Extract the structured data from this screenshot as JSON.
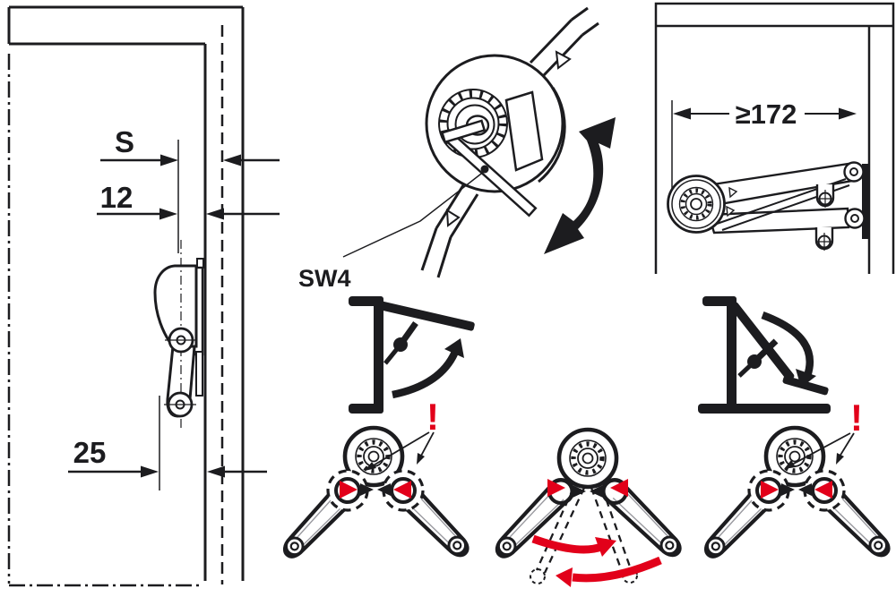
{
  "cabinet_section": {
    "dim_s": "S",
    "dim_12": "12",
    "dim_25": "25"
  },
  "adjustment_detail": {
    "tool_size": "SW4"
  },
  "clearance": {
    "min_distance": "≥172"
  },
  "warnings": {
    "exclamation": "!"
  },
  "colors": {
    "line": "#1c1c1f",
    "warning_red": "#e2001a",
    "background": "#ffffff"
  }
}
